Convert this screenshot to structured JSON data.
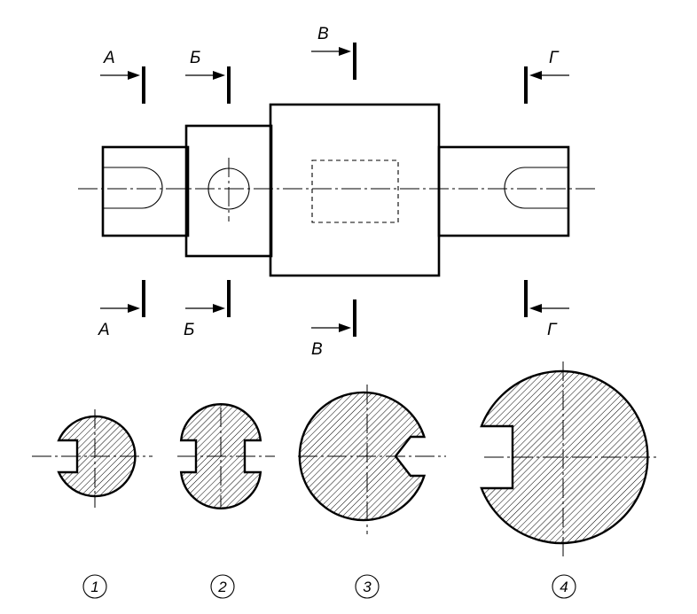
{
  "section_marks": {
    "a_top": "А",
    "b_top": "Б",
    "v_top": "В",
    "g_top": "Г",
    "a_bottom": "А",
    "b_bottom": "Б",
    "v_bottom": "В",
    "g_bottom": "Г"
  },
  "section_numbers": [
    "1",
    "2",
    "3",
    "4"
  ]
}
